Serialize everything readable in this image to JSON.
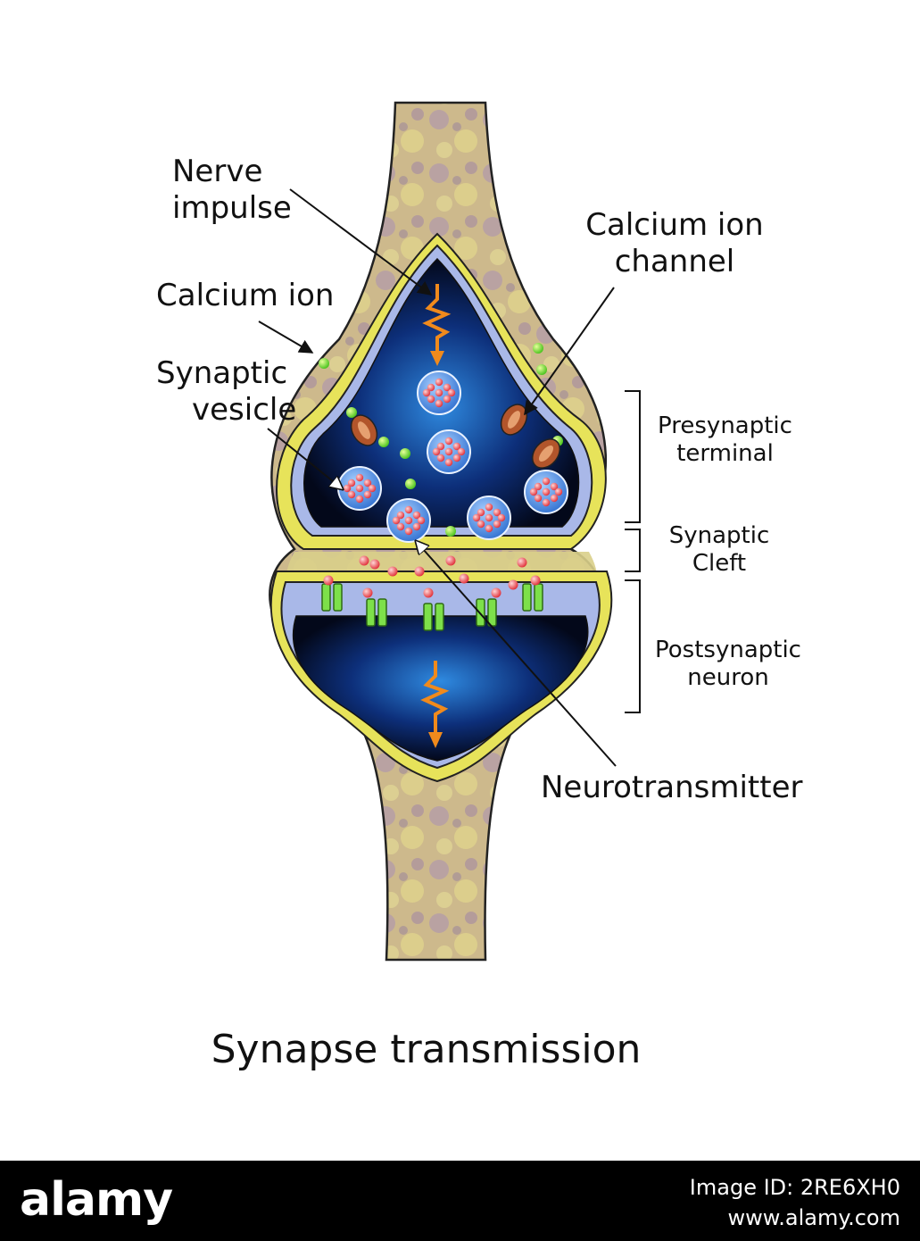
{
  "labels": {
    "nerve_impulse": [
      "Nerve",
      "impulse"
    ],
    "calcium_ion": "Calcium ion",
    "synaptic_vesicle": [
      "Synaptic",
      "vesicle"
    ],
    "calcium_ion_channel": [
      "Calcium ion",
      "channel"
    ],
    "presynaptic_terminal": [
      "Presynaptic",
      "terminal"
    ],
    "synaptic_cleft": [
      "Synaptic",
      "Cleft"
    ],
    "postsynaptic_neuron": [
      "Postsynaptic",
      "neuron"
    ],
    "neurotransmitter": "Neurotransmitter"
  },
  "title": "Synapse transmission",
  "footer": {
    "logo": "alamy",
    "image_id": "Image ID: 2RE6XH0",
    "url": "www.alamy.com"
  },
  "colors": {
    "axon": "#c9b48a",
    "axon_mottle": "#9b7fa8",
    "membrane_yellow": "#e7e35a",
    "membrane_blue": "#a9b8e8",
    "cytoplasm_dark": "#050a1e",
    "cytoplasm_glow": "#2a7fd6",
    "vesicle": "#4a8fe0",
    "neurotransmitter": "#e8353f",
    "calcium": "#6fdc2a",
    "channel": "#b2552b",
    "receptor": "#7de04a",
    "impulse": "#f08a1c"
  }
}
